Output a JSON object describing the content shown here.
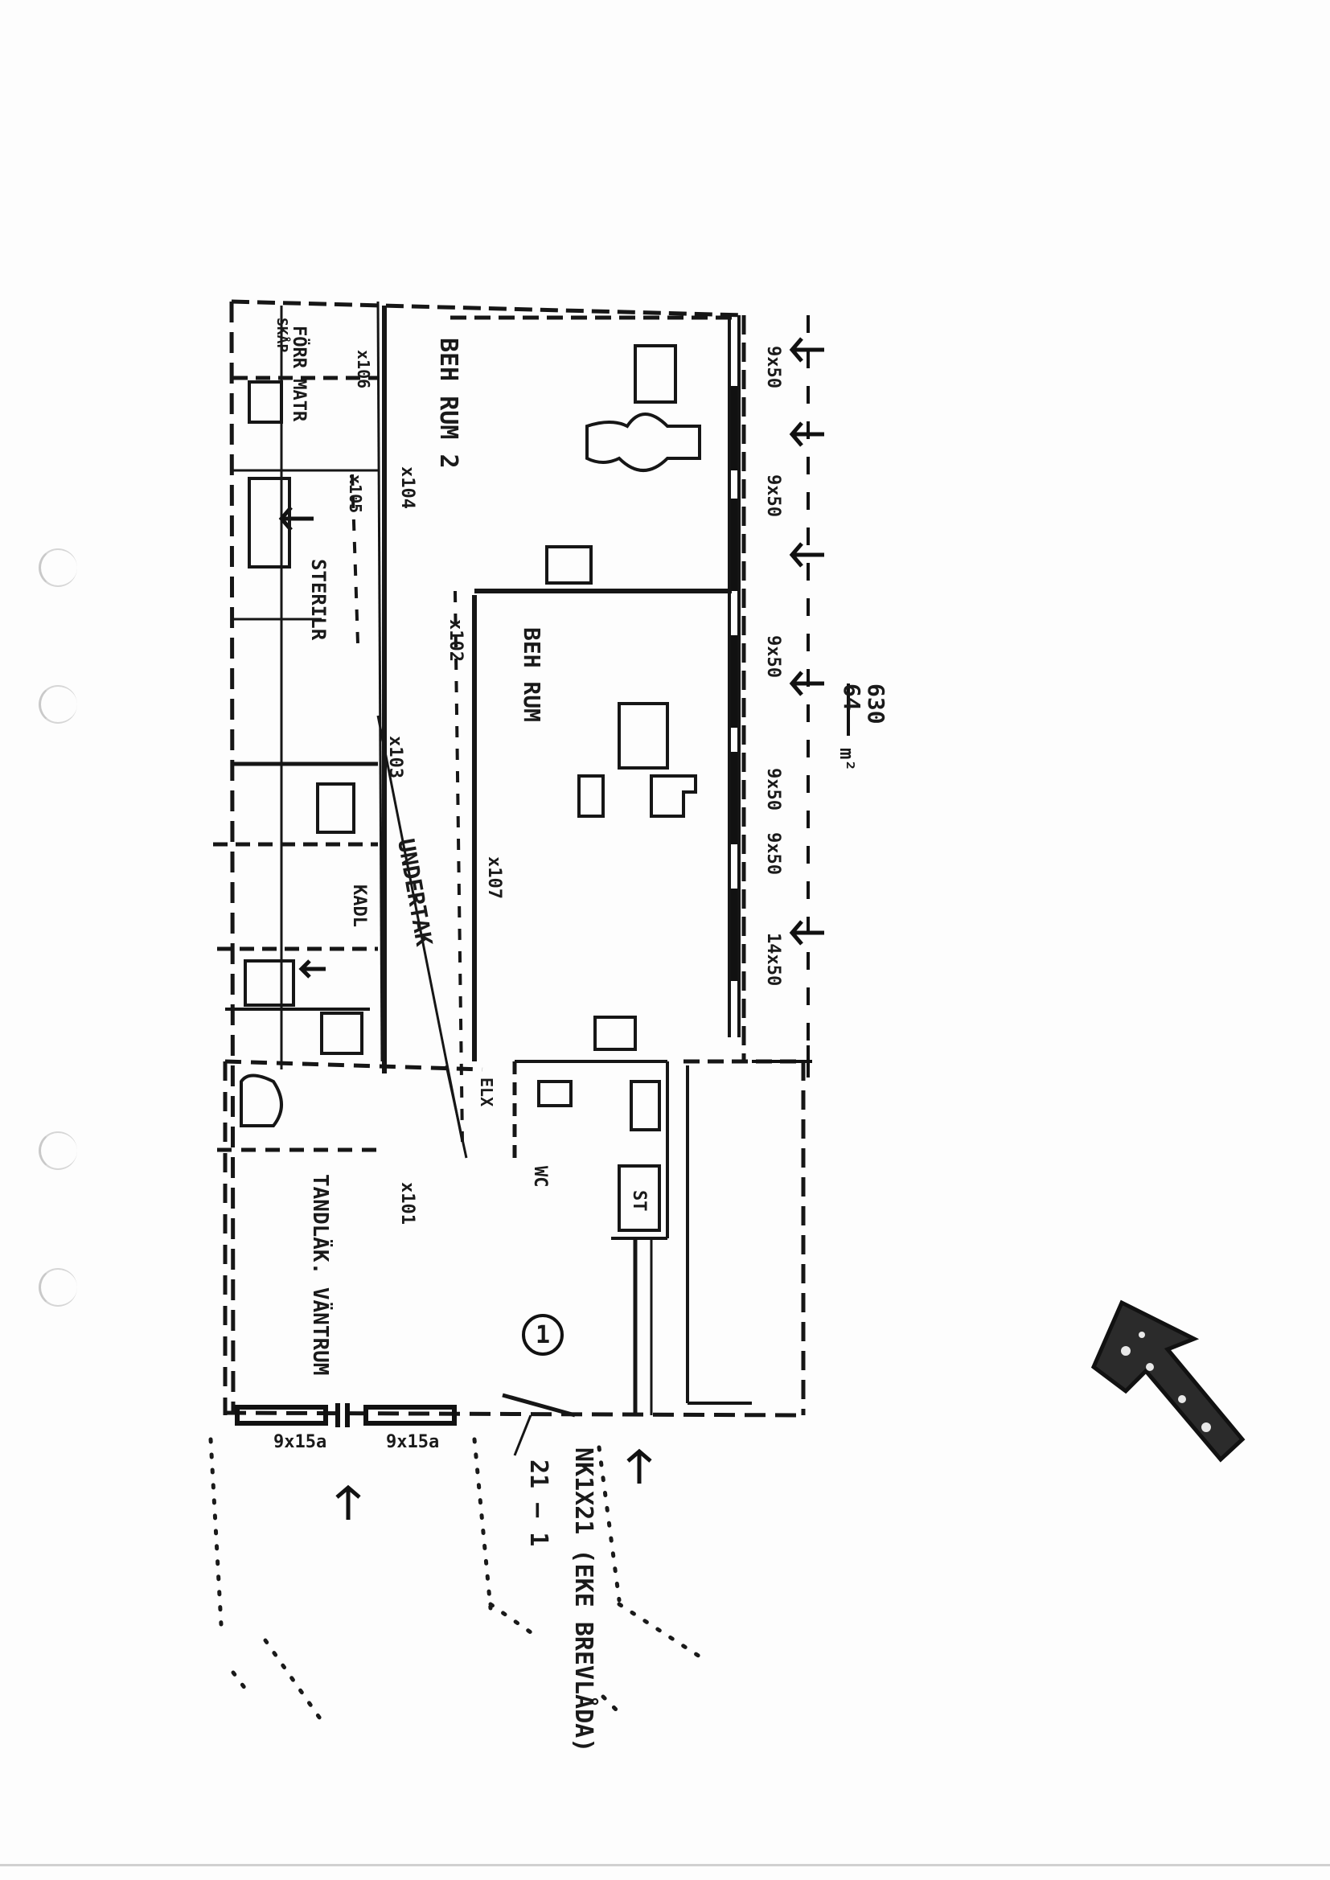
{
  "plan": {
    "rooms": {
      "beh_rum_2": "BEH RUM 2",
      "beh_rum": "BEH RUM",
      "tandlak_vantrum": "TANDLÄK. VÄNTRUM",
      "sterilr": "STERILR",
      "kor_matr": "FÖRR MATR",
      "undertak": "UNDERTAK",
      "kadl": "KADL"
    },
    "door_codes": {
      "x101": "x101",
      "x102": "x102",
      "x103": "x103",
      "x104": "x104",
      "x105": "x105",
      "x106": "x106",
      "x107": "x107"
    },
    "fixtures": {
      "wc": "WC",
      "st": "ST",
      "el": "ELX",
      "skapp": "SKÅP"
    },
    "window_sizes": [
      "9x50",
      "9x50",
      "9x50",
      "9x50",
      "9x50",
      "14x50",
      "9x15a",
      "9x15a"
    ],
    "area": {
      "value": "630",
      "area": "64",
      "unit": "m²"
    },
    "entrance": {
      "marker": "1",
      "door_code": "NK1X21 (EKE BREVLÅDA)",
      "door_size": "21 – 1"
    }
  },
  "colors": {
    "ink": "#161616",
    "paper": "#fdfdfd"
  },
  "icons": [
    "north-arrow-icon",
    "punch-hole-icon"
  ]
}
